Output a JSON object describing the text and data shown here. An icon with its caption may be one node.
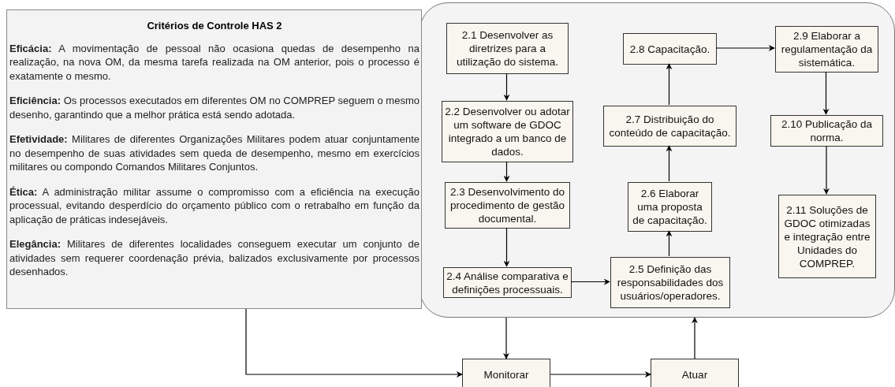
{
  "diagram": {
    "nodes": [
      {
        "text": [
          "Critérios de Controle HAS 2",
          "**Eficácia:** A movimentação de pessoal não ocasiona quedas de desempenho na realização, na nova OM, da mesma tarefa realizada na OM anterior, pois o processo é exatamente o mesmo.",
          "**Eficiência:** Os processos executados em diferentes OM no COMPREP seguem o mesmo desenho, garantindo que a melhor prática está sendo adotada.",
          "**Efetividade:** Militares de diferentes Organizações Militares podem atuar conjuntamente no desempenho de suas atividades sem queda de desempenho, mesmo em exercícios militares ou compondo Comandos Militares Conjuntos.",
          "**Ética:** A administração militar assume o compromisso com a eficiência na execução processual, evitando desperdício do orçamento público com o retrabalho em função da aplicação de práticas indesejáveis.",
          "**Elegância:** Militares de diferentes localidades conseguem executar um conjunto de atividades sem requerer coordenação prévia, balizados exclusivamente por processos desenhados."
        ]
      },
      {
        "text": [],
        "shape": "box"
      },
      {
        "text": [
          "2.1 Desenvolver as diretrizes para a utilização do sistema."
        ],
        "in": 1
      },
      {
        "text": [
          "2.2 Desenvolver ou adotar um software de GDOC integrado a um banco de dados."
        ],
        "in": 1
      },
      {
        "text": [
          "2.3 Desenvolvimento do procedimento de gestão documental."
        ],
        "in": 1
      },
      {
        "text": [
          "2.4 Análise comparativa e definições processuais."
        ],
        "in": 1
      },
      {
        "text": [
          "2.5 Definição das responsabilidades dos usuários/operadores."
        ],
        "in": 1
      },
      {
        "text": [
          "2.6 Elaborar uma proposta de capacitação."
        ],
        "in": 1
      },
      {
        "text": [
          "2.7 Distribuição do conteúdo de capacitação."
        ],
        "in": 1
      },
      {
        "text": [
          "2.8 Capacitação."
        ],
        "in": 1
      },
      {
        "text": [
          "2.9 Elaborar a regulamentação da sistemática."
        ],
        "in": 1
      },
      {
        "text": [
          "2.10 Publicação da norma."
        ],
        "in": 1
      },
      {
        "text": [
          "2.11 Soluções de GDOC otimizadas e integração entre Unidades do COMPREP."
        ],
        "in": 1
      },
      {
        "text": [
          "Monitorar"
        ]
      },
      {
        "text": [
          "Atuar"
        ]
      }
    ],
    "edges": [
      {
        "from": 2,
        "to": 3,
        "arrow": "to"
      },
      {
        "from": 3,
        "to": 4,
        "arrow": "to"
      },
      {
        "from": 4,
        "to": 5,
        "arrow": "to"
      },
      {
        "from": 5,
        "to": 6,
        "arrow": "to"
      },
      {
        "from": 6,
        "to": 7,
        "arrow": "to"
      },
      {
        "from": 7,
        "to": 8,
        "arrow": "to"
      },
      {
        "from": 8,
        "to": 9,
        "arrow": "to"
      },
      {
        "from": 9,
        "to": 10,
        "arrow": "to"
      },
      {
        "from": 10,
        "to": 11,
        "arrow": "to"
      },
      {
        "from": 11,
        "to": 12,
        "arrow": "to"
      },
      {
        "from": 0,
        "to": 13,
        "arrow": "to"
      },
      {
        "from": 1,
        "to": 13,
        "arrow": "to"
      },
      {
        "from": 13,
        "to": 14,
        "arrow": "to"
      },
      {
        "from": 14,
        "to": 1,
        "arrow": "to"
      }
    ]
  }
}
